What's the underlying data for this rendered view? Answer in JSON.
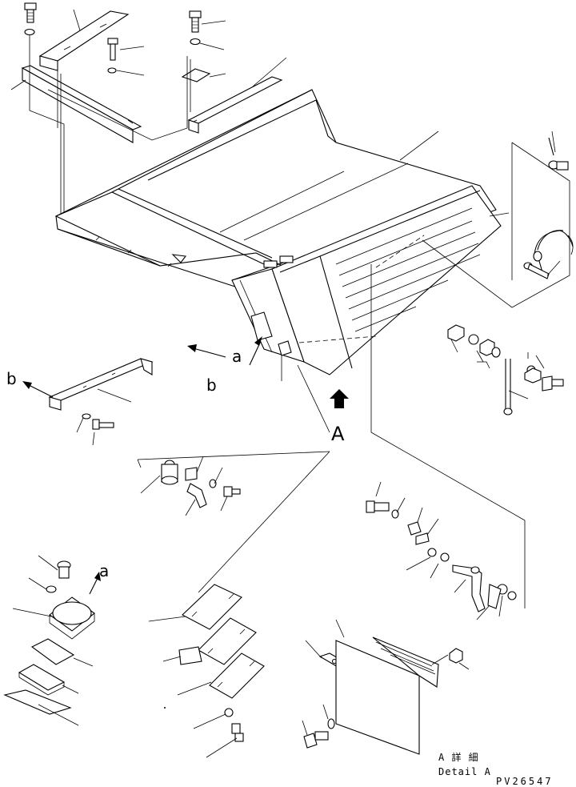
{
  "labels": {
    "ref_a_upper": "a",
    "ref_a_lower": "a",
    "ref_b_left": "b",
    "ref_b_center": "b",
    "ref_A": "A",
    "detail_caption_jp": "A 詳 細",
    "detail_caption_en": "Detail A",
    "drawing_code": "PV26547"
  },
  "icons": {
    "view_arrow": "up-arrow-icon"
  }
}
